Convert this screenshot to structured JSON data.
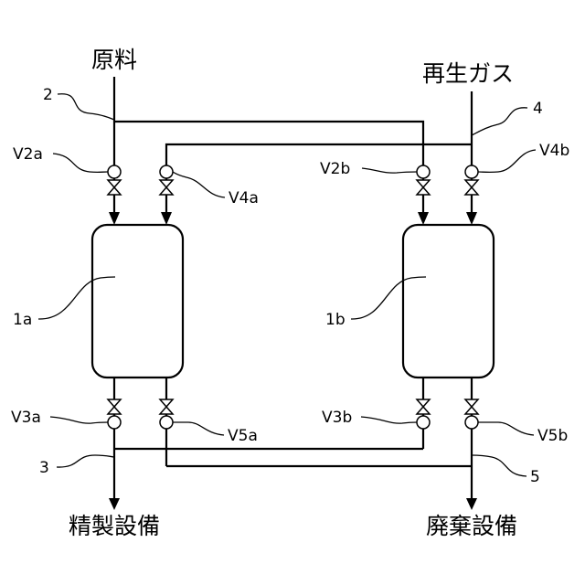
{
  "streams": {
    "feed": "原料",
    "regen_gas": "再生ガス",
    "purification": "精製設備",
    "disposal": "廃棄設備"
  },
  "lines": {
    "feed_line": "2",
    "product_line": "3",
    "regen_line": "4",
    "waste_line": "5"
  },
  "vessels": {
    "a": "1a",
    "b": "1b"
  },
  "valves": {
    "v2a": "V2a",
    "v2b": "V2b",
    "v3a": "V3a",
    "v3b": "V3b",
    "v4a": "V4a",
    "v4b": "V4b",
    "v5a": "V5a",
    "v5b": "V5b"
  }
}
